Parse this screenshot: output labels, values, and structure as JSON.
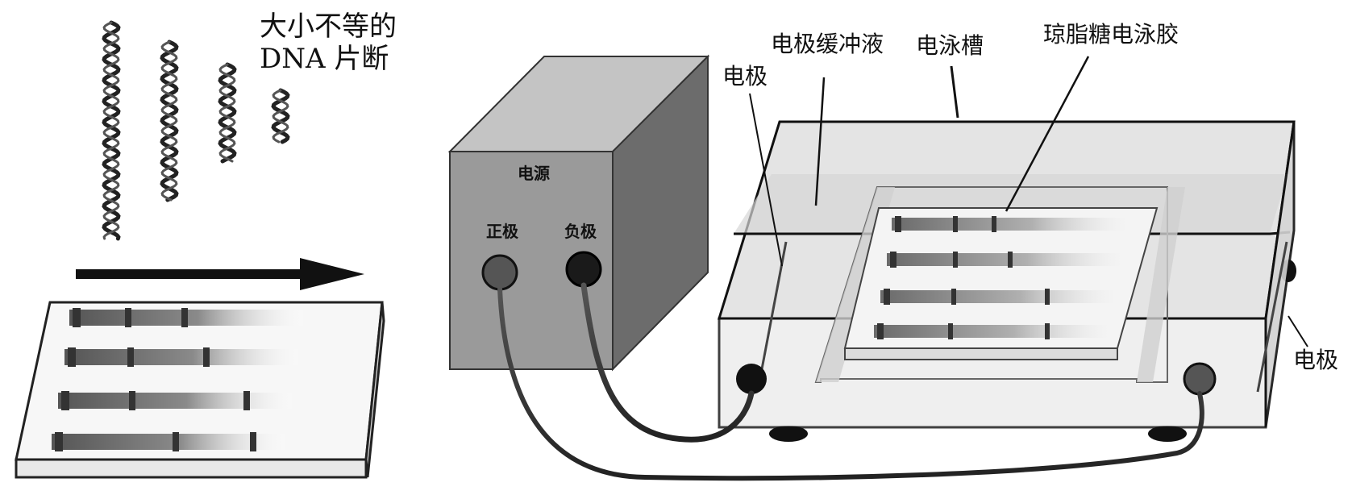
{
  "labels": {
    "dna_fragments_line1": "大小不等的",
    "dna_fragments_line2": "DNA 片断",
    "electrode_left": "电极",
    "electrode_buffer": "电极缓冲液",
    "electrophoresis_tank": "电泳槽",
    "agarose_gel": "琼脂糖电泳胶",
    "electrode_right": "电极",
    "power_supply": "电源",
    "positive_pole": "正极",
    "negative_pole": "负极"
  },
  "colors": {
    "ink": "#111111",
    "power_front": "#9a9a9a",
    "power_top": "#c4c4c4",
    "power_side": "#6c6c6c",
    "tank_glass": "#e4e4e4",
    "gel": "#f4f4f4",
    "band_dark": "#4a4a4a"
  }
}
